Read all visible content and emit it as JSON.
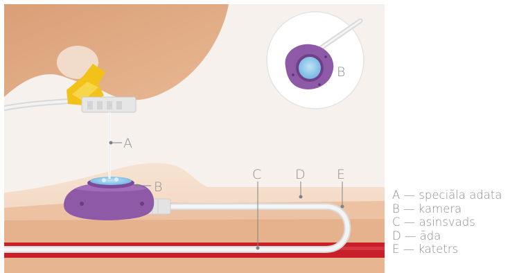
{
  "labels": {
    "a": "A",
    "b": "B",
    "c": "C",
    "d": "D",
    "e": "E",
    "b_inset": "B"
  },
  "legend": [
    "A — speciāla adata",
    "B — kamera",
    "C — asinsvads",
    "D — āda",
    "E — katetrs"
  ],
  "colors": {
    "background": "#f5f0ec",
    "skin_top": "#f4d9c3",
    "skin_mid": "#e9b895",
    "tissue": "#e4ae8a",
    "vessel": "#c8202a",
    "port": "#8e5aa8",
    "port_light": "#a06cbb",
    "catheter": "#f2f2f2",
    "needle_hub": "#f2c21b",
    "septum": "#8ec9ec",
    "arm": "#e1ac86",
    "label": "#8a8f94"
  }
}
